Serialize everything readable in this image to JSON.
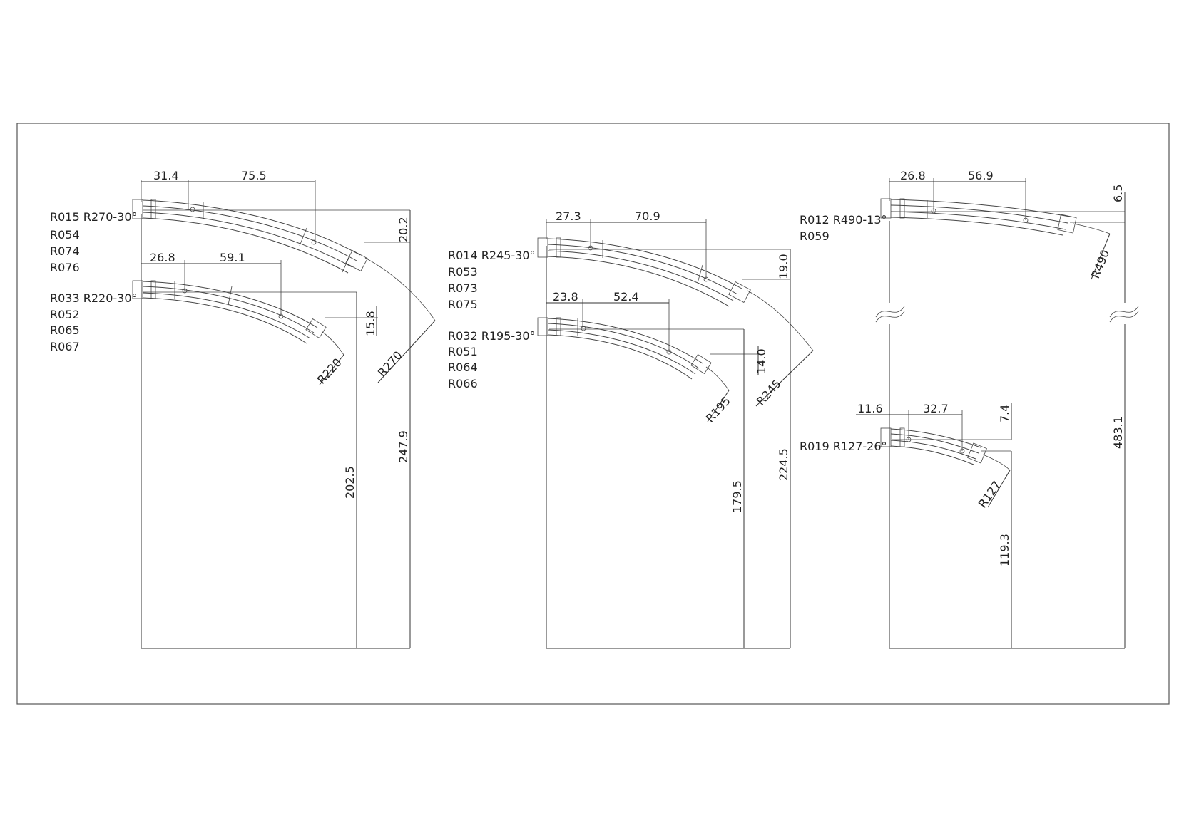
{
  "colors": {
    "ink": "#222222",
    "line": "#333333",
    "paper": "#ffffff"
  },
  "groups": [
    {
      "pieces": [
        {
          "label": "R015 R270-30°",
          "aliases": [
            "R054",
            "R074",
            "R076"
          ],
          "dim_a": "31.4",
          "dim_b": "75.5",
          "offset": "20.2",
          "length": "247.9",
          "radius": "R270"
        },
        {
          "label": "R033 R220-30°",
          "aliases": [
            "R052",
            "R065",
            "R067"
          ],
          "dim_a": "26.8",
          "dim_b": "59.1",
          "offset": "15.8",
          "length": "202.5",
          "radius": "R220"
        }
      ]
    },
    {
      "pieces": [
        {
          "label": "R014 R245-30°",
          "aliases": [
            "R053",
            "R073",
            "R075"
          ],
          "dim_a": "27.3",
          "dim_b": "70.9",
          "offset": "19.0",
          "length": "224.5",
          "radius": "R245"
        },
        {
          "label": "R032 R195-30°",
          "aliases": [
            "R051",
            "R064",
            "R066"
          ],
          "dim_a": "23.8",
          "dim_b": "52.4",
          "offset": "14.0",
          "length": "179.5",
          "radius": "R195"
        }
      ]
    },
    {
      "pieces": [
        {
          "label": "R012 R490-13°",
          "aliases": [
            "R059"
          ],
          "dim_a": "26.8",
          "dim_b": "56.9",
          "offset": "6.5",
          "length": "483.1",
          "radius": "R490"
        },
        {
          "label": "R019 R127-26°",
          "aliases": [],
          "dim_a": "11.6",
          "dim_b": "32.7",
          "offset": "7.4",
          "length": "119.3",
          "radius": "R127"
        }
      ]
    }
  ]
}
